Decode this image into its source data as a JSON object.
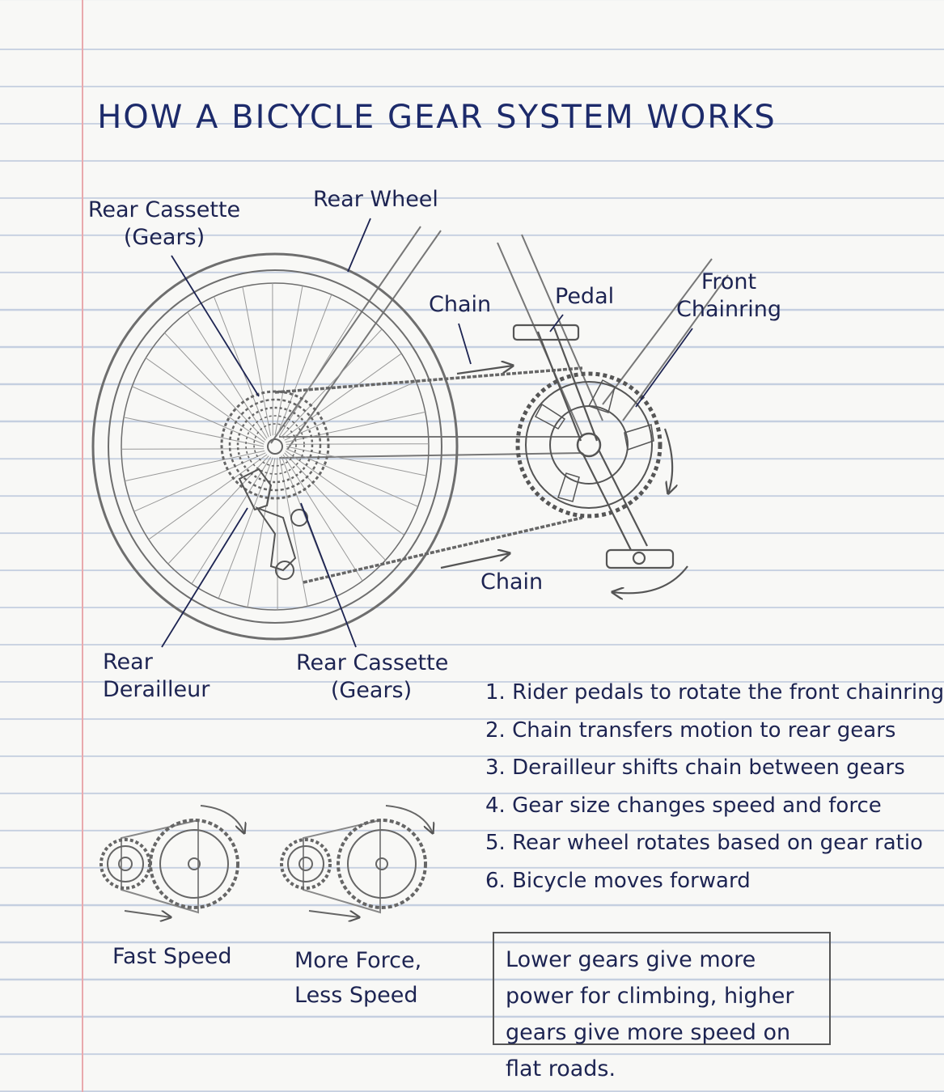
{
  "title": "HOW A BICYCLE GEAR SYSTEM WORKS",
  "labels": {
    "rear_cassette_top": [
      "Rear Cassette",
      "(Gears)"
    ],
    "rear_wheel": "Rear Wheel",
    "chain_top": "Chain",
    "pedal": "Pedal",
    "front_chainring": [
      "Front",
      "Chainring"
    ],
    "chain_bottom": "Chain",
    "rear_derailleur": [
      "Rear",
      "Derailleur"
    ],
    "rear_cassette_bottom": [
      "Rear Cassette",
      "(Gears)"
    ]
  },
  "steps": [
    "1. Rider pedals to rotate the front chainring",
    "2. Chain transfers motion to rear gears",
    "3. Derailleur shifts chain between gears",
    "4. Gear size changes speed and force",
    "5. Rear wheel rotates based on gear ratio",
    "6. Bicycle moves forward"
  ],
  "gear_examples": {
    "fast": "Fast Speed",
    "force": [
      "More Force,",
      "Less Speed"
    ]
  },
  "note": "Lower gears give more power for climbing, higher gears give more speed on flat roads.",
  "colors": {
    "ink": "#1d2452",
    "pencil": "#6e6e6e",
    "margin": "#e9a9ad",
    "ruled_line": "#c5cfe0"
  }
}
